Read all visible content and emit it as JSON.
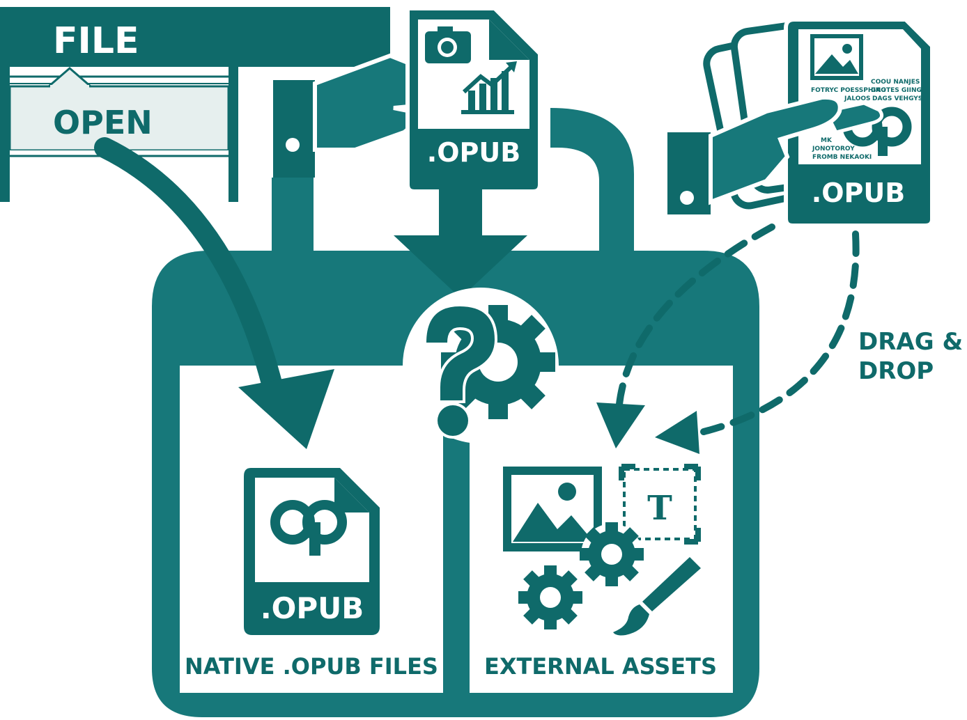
{
  "colors": {
    "teal": "#17787a",
    "teal_dark": "#0f6a6a",
    "teal_mid": "#1c8684",
    "panel": "#ffffff",
    "menu_bg": "#e6efee"
  },
  "menu": {
    "file_label": "FILE",
    "open_label": "OPEN"
  },
  "center_doc": {
    "ext_label": ".OPUB",
    "icons": [
      "camera-icon",
      "bar-chart-icon"
    ]
  },
  "right_doc": {
    "ext_label": ".OPUB",
    "text_lines": [
      "COOU NANJES",
      "FOTRYC POESSPHING",
      "GAOTES GIING",
      "JALOOS",
      "DAGS VEHGYS",
      "MK",
      "JONOTOROY",
      "FROMB NEKAOKI"
    ],
    "icons": [
      "image-icon",
      "opub-logo-icon"
    ]
  },
  "drag_drop_label": [
    "DRAG &",
    "DROP"
  ],
  "center_icons": [
    "question-mark-icon",
    "gear-icon"
  ],
  "native_panel": {
    "doc_label": ".OPUB",
    "caption": "NATIVE .OPUB FILES"
  },
  "external_panel": {
    "caption": "EXTERNAL ASSETS",
    "icons": [
      "image-icon",
      "text-box-icon",
      "gear-icon",
      "gear-icon",
      "paintbrush-icon"
    ]
  }
}
